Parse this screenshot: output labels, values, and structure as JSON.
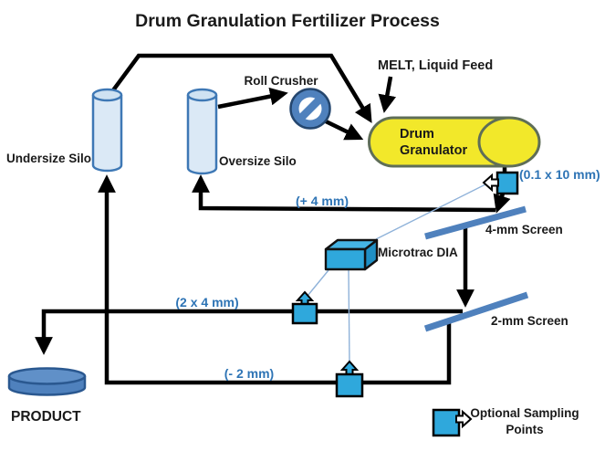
{
  "title": "Drum Granulation Fertilizer Process",
  "nodes": {
    "undersize_silo": "Undersize Silo",
    "oversize_silo": "Oversize Silo",
    "roll_crusher": "Roll Crusher",
    "melt_feed": "MELT, Liquid Feed",
    "drum_granulator_line1": "Drum",
    "drum_granulator_line2": "Granulator",
    "screen_4mm": "4-mm Screen",
    "screen_2mm": "2-mm Screen",
    "microtrac": "Microtrac DIA",
    "product": "PRODUCT"
  },
  "streams": {
    "granulator_discharge": "(0.1 x 10 mm)",
    "oversize_recycle": "(+ 4 mm)",
    "onsize_product": "(2 x 4 mm)",
    "undersize_recycle": "(- 2 mm)"
  },
  "legend": {
    "line1": "Optional Sampling",
    "line2": "Points"
  },
  "colors": {
    "sampling_cyan": "#2fa8dc",
    "screen_blue": "#4f81bd",
    "drum_yellow": "#f2e82a",
    "drum_outline": "#5f6e57",
    "silo_fill": "#dbe9f6",
    "silo_outline": "#3e78b5",
    "product_blue": "#4f81bd",
    "stream_label_blue": "#2e74b5",
    "connector_thin_blue": "#8fb2d9",
    "flow_line_black": "#000000"
  }
}
